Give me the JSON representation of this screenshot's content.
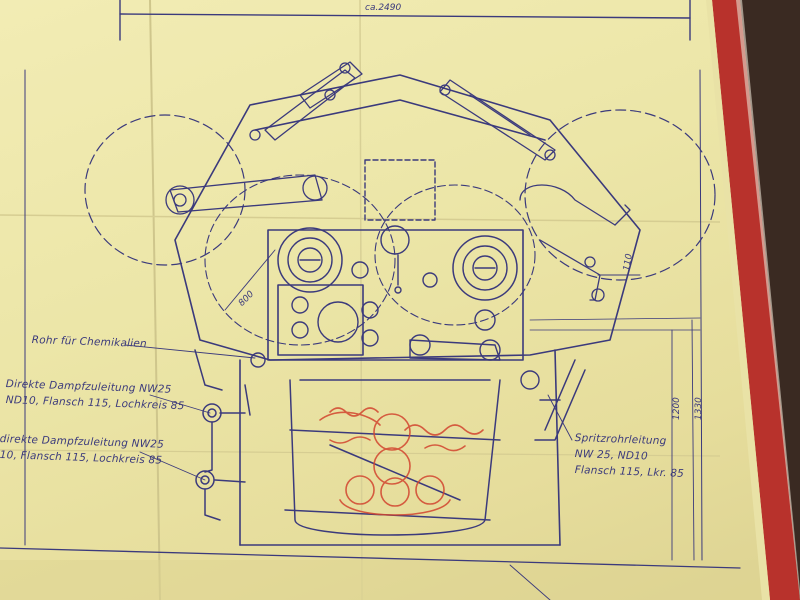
{
  "scene": {
    "subject": "Technical blueprint of a machine",
    "paper_color": "#ece6a8",
    "ink_color": "#3b3a7c",
    "red_pencil_color": "#d2452f",
    "frame_color": "#b8322c"
  },
  "labels": {
    "top_dimension": "ca.2490",
    "rohr": "Rohr für Chemikalien",
    "direkte1_line1": "Direkte Dampfzuleitung NW25",
    "direkte1_line2": "ND10, Flansch 115, Lochkreis 85",
    "direkte2_line1": "direkte Dampfzuleitung NW25",
    "direkte2_line2": "10, Flansch 115, Lochkreis 85",
    "spritz_line1": "Spritzrohrleitung",
    "spritz_line2": "NW 25, ND10",
    "spritz_line3": "Flansch 115, Lkr. 85"
  },
  "dimensions": {
    "d800": "800",
    "d110": "110",
    "d1200": "1200",
    "d1330": "1330"
  }
}
